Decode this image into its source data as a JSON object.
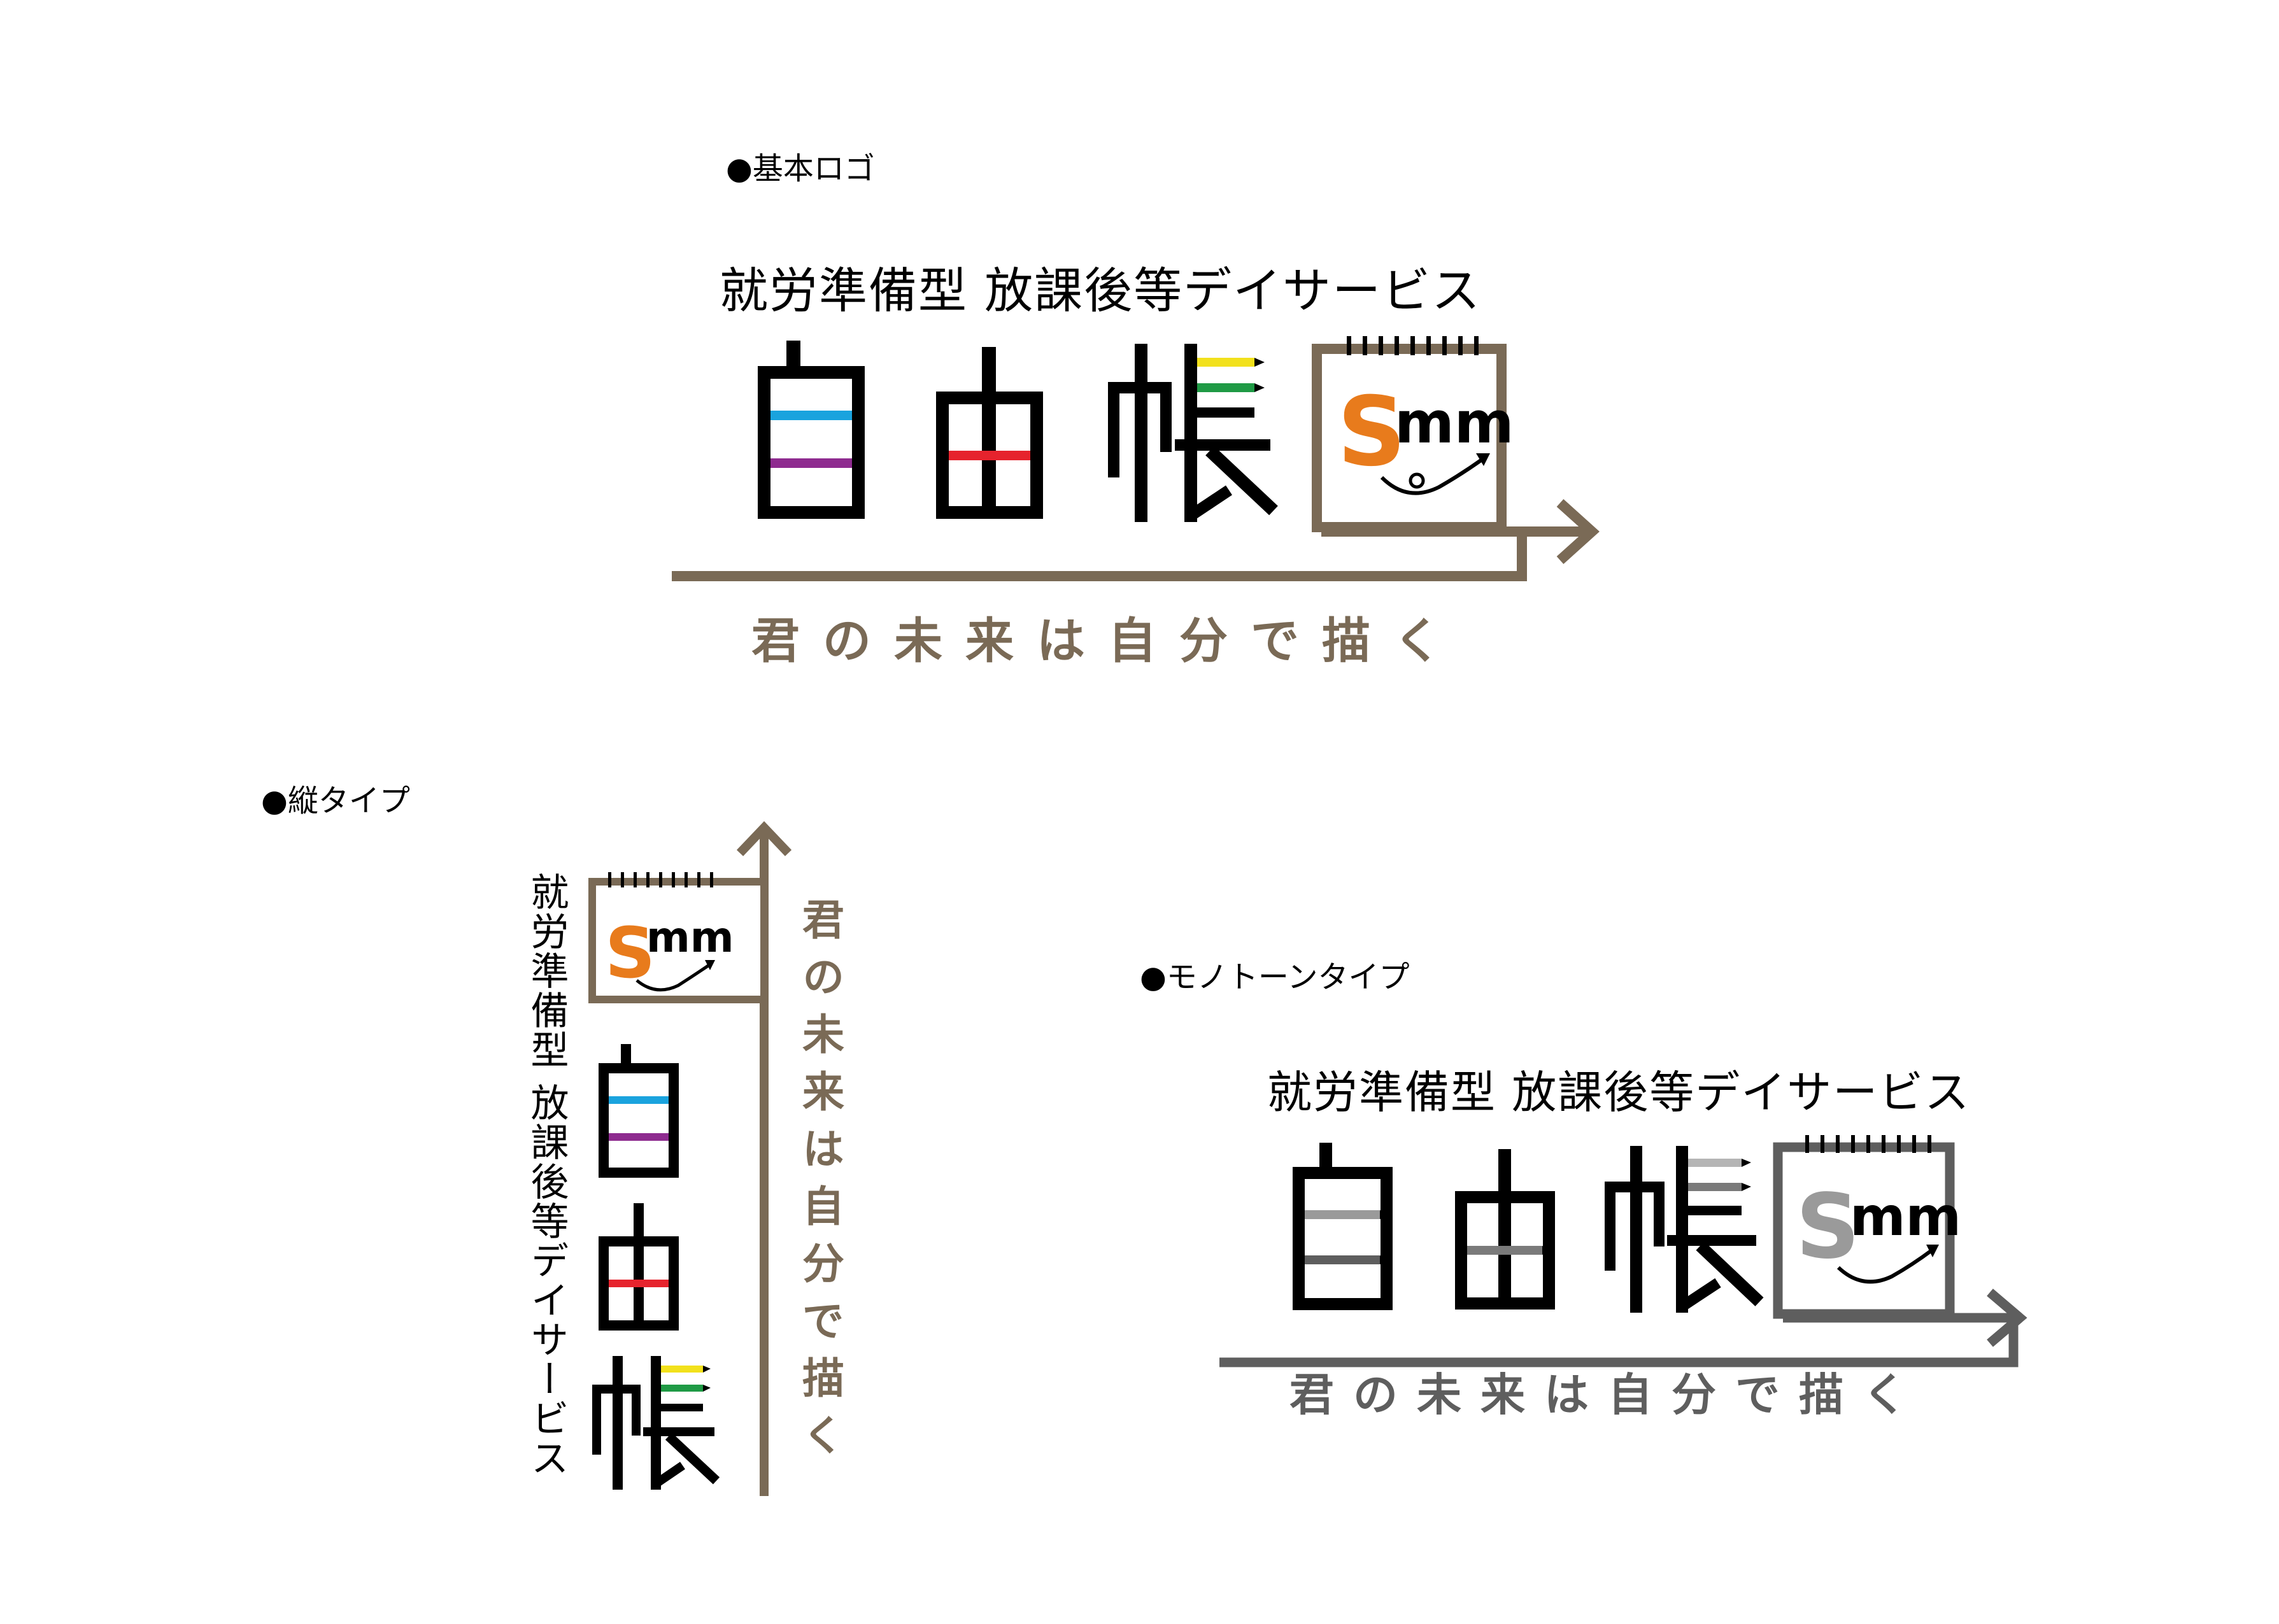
{
  "sections": {
    "basic": {
      "label": "●基本ロゴ"
    },
    "vertical": {
      "label": "●縦タイプ"
    },
    "mono": {
      "label": "●モノトーンタイプ"
    }
  },
  "logo": {
    "subtitle": "就労準備型 放課後等デイサービス",
    "subtitle_vertical": "就労準備型 放課後等デイサービス",
    "brand_chars": [
      "自",
      "由",
      "帳"
    ],
    "badge_s": "S",
    "badge_mm": "mm",
    "tagline": "君の未来は自分で描く"
  },
  "colors": {
    "brown": "#7a6a56",
    "orange": "#e87b1c",
    "blue": "#1aa3de",
    "purple": "#8e2b8f",
    "red": "#e6232d",
    "yellow": "#f2e11c",
    "green": "#1f9a45",
    "mono_gray": "#5e5e5e",
    "mono_light": "#9a9a9a"
  }
}
